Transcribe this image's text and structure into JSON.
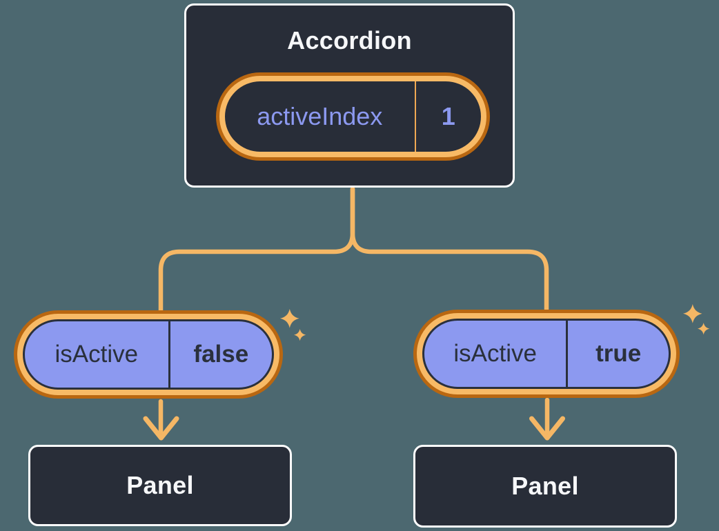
{
  "diagram": {
    "root": {
      "title": "Accordion",
      "state": {
        "name": "activeIndex",
        "value": "1"
      }
    },
    "children": [
      {
        "prop": {
          "name": "isActive",
          "value": "false"
        },
        "panel": "Panel"
      },
      {
        "prop": {
          "name": "isActive",
          "value": "true"
        },
        "panel": "Panel"
      }
    ]
  },
  "icons": {
    "sparkles": "sparkle-icon",
    "arrows": "down-arrow-icon"
  },
  "colors": {
    "background": "#4C6870",
    "node-fill": "#282D38",
    "node-border": "#FFFFFF",
    "node-text": "#F6F7F9",
    "purple": "#8C99F0",
    "slate-text": "#2A303C",
    "ring-outer": "#B96711",
    "ring-inner": "#F8BA66",
    "accent-line": "#F5B765",
    "state-divider": "#F0A953"
  }
}
